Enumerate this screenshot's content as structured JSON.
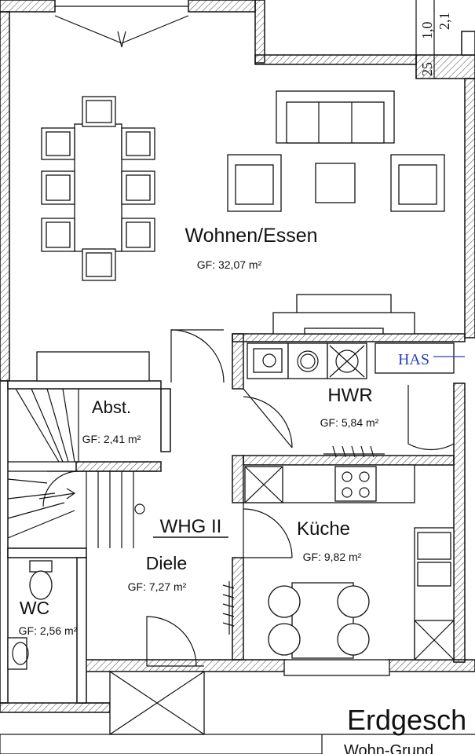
{
  "plan": {
    "rooms": [
      {
        "name": "Wohnen/Essen",
        "area": "GF: 32,07 m²"
      },
      {
        "name": "HWR",
        "area": "GF: 5,84 m²"
      },
      {
        "name": "Abst.",
        "area": "GF: 2,41 m²"
      },
      {
        "name": "Diele",
        "area": "GF: 7,27 m²"
      },
      {
        "name": "Küche",
        "area": "GF: 9,82 m²"
      },
      {
        "name": "WC",
        "area": "GF: 2,56 m²"
      }
    ],
    "unit_label": "WHG II",
    "has_label": "HAS",
    "dimensions": [
      "1,0",
      "2,1",
      "25"
    ],
    "footer_title": "Erdgesch",
    "footer_subtitle": "Wohn-Grund"
  }
}
